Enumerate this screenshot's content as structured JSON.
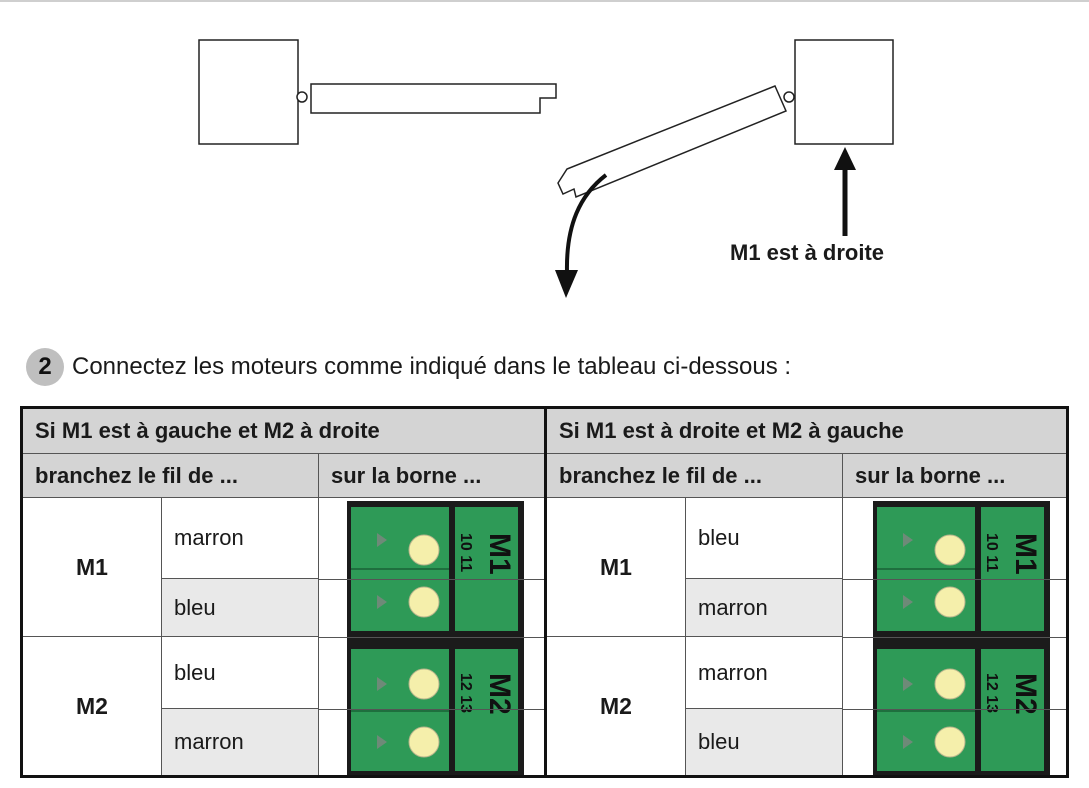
{
  "diagram": {
    "motor_label": "M1 est à droite"
  },
  "step": {
    "number": "2",
    "text": "Connectez les moteurs comme indiqué dans le tableau ci-dessous :"
  },
  "table_left": {
    "title": "Si M1 est à gauche et M2 à droite",
    "col1": "branchez le fil de ...",
    "col2": "sur la borne ...",
    "rows": [
      {
        "motor": "M1",
        "wire1": "marron",
        "wire2": "bleu"
      },
      {
        "motor": "M2",
        "wire1": "bleu",
        "wire2": "marron"
      }
    ]
  },
  "table_right": {
    "title": "Si M1 est à droite et M2 à gauche",
    "col1": "branchez le fil de ...",
    "col2": "sur la borne ...",
    "rows": [
      {
        "motor": "M1",
        "wire1": "bleu",
        "wire2": "marron"
      },
      {
        "motor": "M2",
        "wire1": "marron",
        "wire2": "bleu"
      }
    ]
  },
  "terminals": {
    "m1_label": "M1",
    "m1_pins": "10 11",
    "m2_label": "M2",
    "m2_pins": "12 13"
  },
  "colors": {
    "terminal_green": "#2e9a57",
    "terminal_dark": "#1b1b1b",
    "pin_yellow": "#f5efab",
    "header_gray": "#d4d4d4"
  }
}
